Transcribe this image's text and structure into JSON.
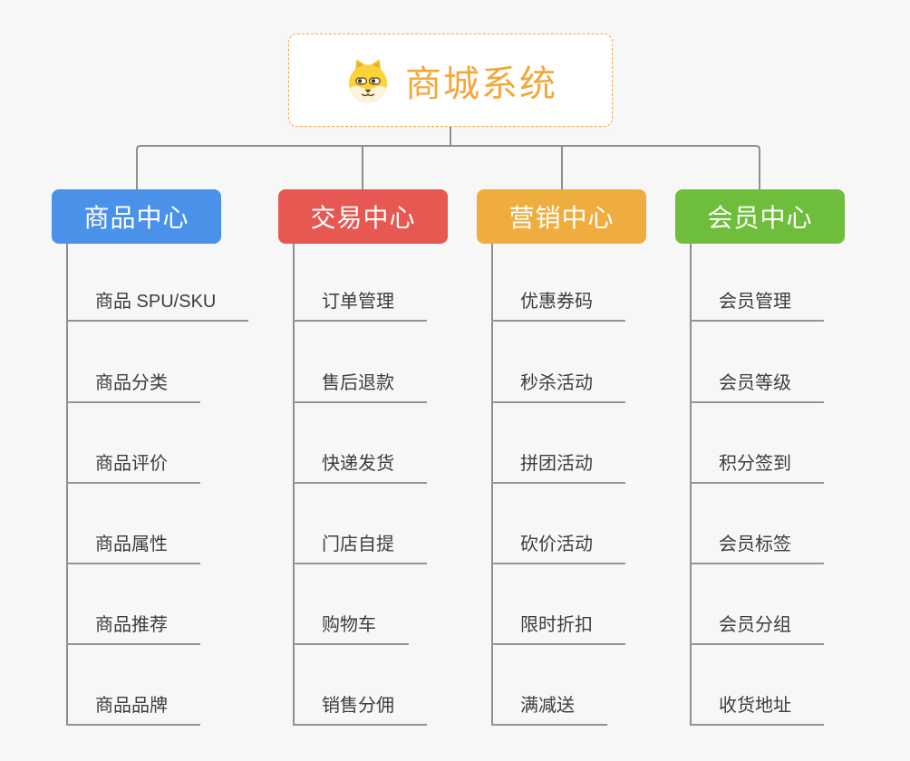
{
  "root": {
    "title": "商城系统",
    "icon": "dog-face-icon"
  },
  "branches": [
    {
      "key": "product-center",
      "label": "商品中心",
      "color": "#4a91e9",
      "children": [
        "商品 SPU/SKU",
        "商品分类",
        "商品评价",
        "商品属性",
        "商品推荐",
        "商品品牌"
      ]
    },
    {
      "key": "trade-center",
      "label": "交易中心",
      "color": "#e65851",
      "children": [
        "订单管理",
        "售后退款",
        "快递发货",
        "门店自提",
        "购物车",
        "销售分佣"
      ]
    },
    {
      "key": "marketing-center",
      "label": "营销中心",
      "color": "#efad3f",
      "children": [
        "优惠券码",
        "秒杀活动",
        "拼团活动",
        "砍价活动",
        "限时折扣",
        "满减送"
      ]
    },
    {
      "key": "member-center",
      "label": "会员中心",
      "color": "#6ebe3c",
      "children": [
        "会员管理",
        "会员等级",
        "积分签到",
        "会员标签",
        "会员分组",
        "收货地址"
      ]
    }
  ],
  "colors": {
    "background": "#f7f7f7",
    "connector_gray": "#8e8e8e",
    "root_border_orange": "#f0ac4e",
    "root_text_orange": "#f1a83c",
    "leaf_text": "#3d3d3d",
    "header_text": "#ffffff"
  }
}
